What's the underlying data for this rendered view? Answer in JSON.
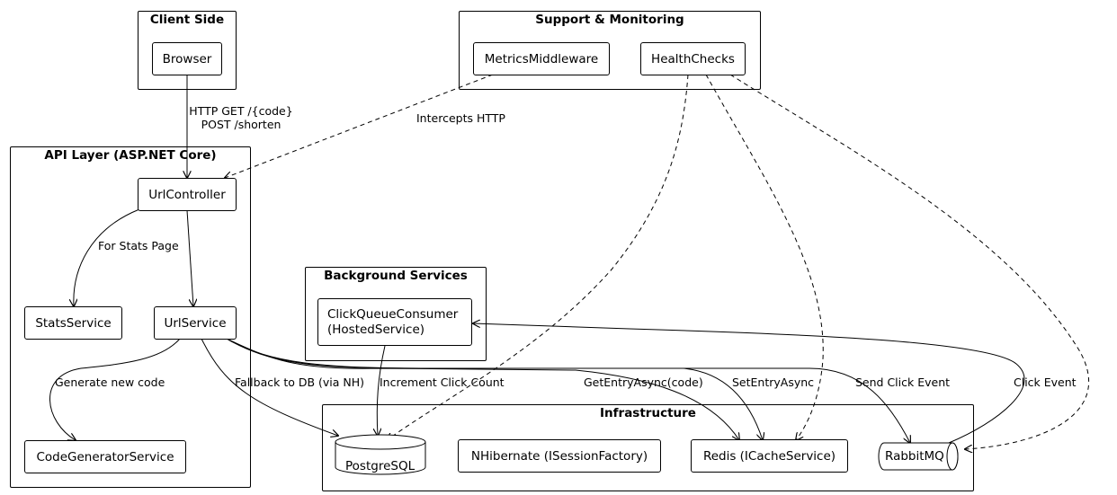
{
  "clusters": {
    "client": "Client Side",
    "support": "Support & Monitoring",
    "api": "API Layer (ASP.NET Core)",
    "background": "Background Services",
    "infra": "Infrastructure"
  },
  "nodes": {
    "browser": "Browser",
    "metrics": "MetricsMiddleware",
    "health": "HealthChecks",
    "url_controller": "UrlController",
    "stats_service": "StatsService",
    "url_service": "UrlService",
    "code_generator": "CodeGeneratorService",
    "click_consumer_line1": "ClickQueueConsumer",
    "click_consumer_line2": "(HostedService)",
    "postgres": "PostgreSQL",
    "nhibernate": "NHibernate (ISessionFactory)",
    "redis": "Redis (ICacheService)",
    "rabbitmq": "RabbitMQ"
  },
  "edges": {
    "http_get": "HTTP GET /{code}",
    "post_shorten": "POST /shorten",
    "intercepts": "Intercepts HTTP",
    "stats_page": "For Stats Page",
    "generate": "Generate new code",
    "fallback": "Fallback to DB (via NH)",
    "increment": "Increment Click Count",
    "get_entry": "GetEntryAsync(code)",
    "set_entry": "SetEntryAsync",
    "send_click": "Send Click Event",
    "click_event": "Click Event"
  }
}
